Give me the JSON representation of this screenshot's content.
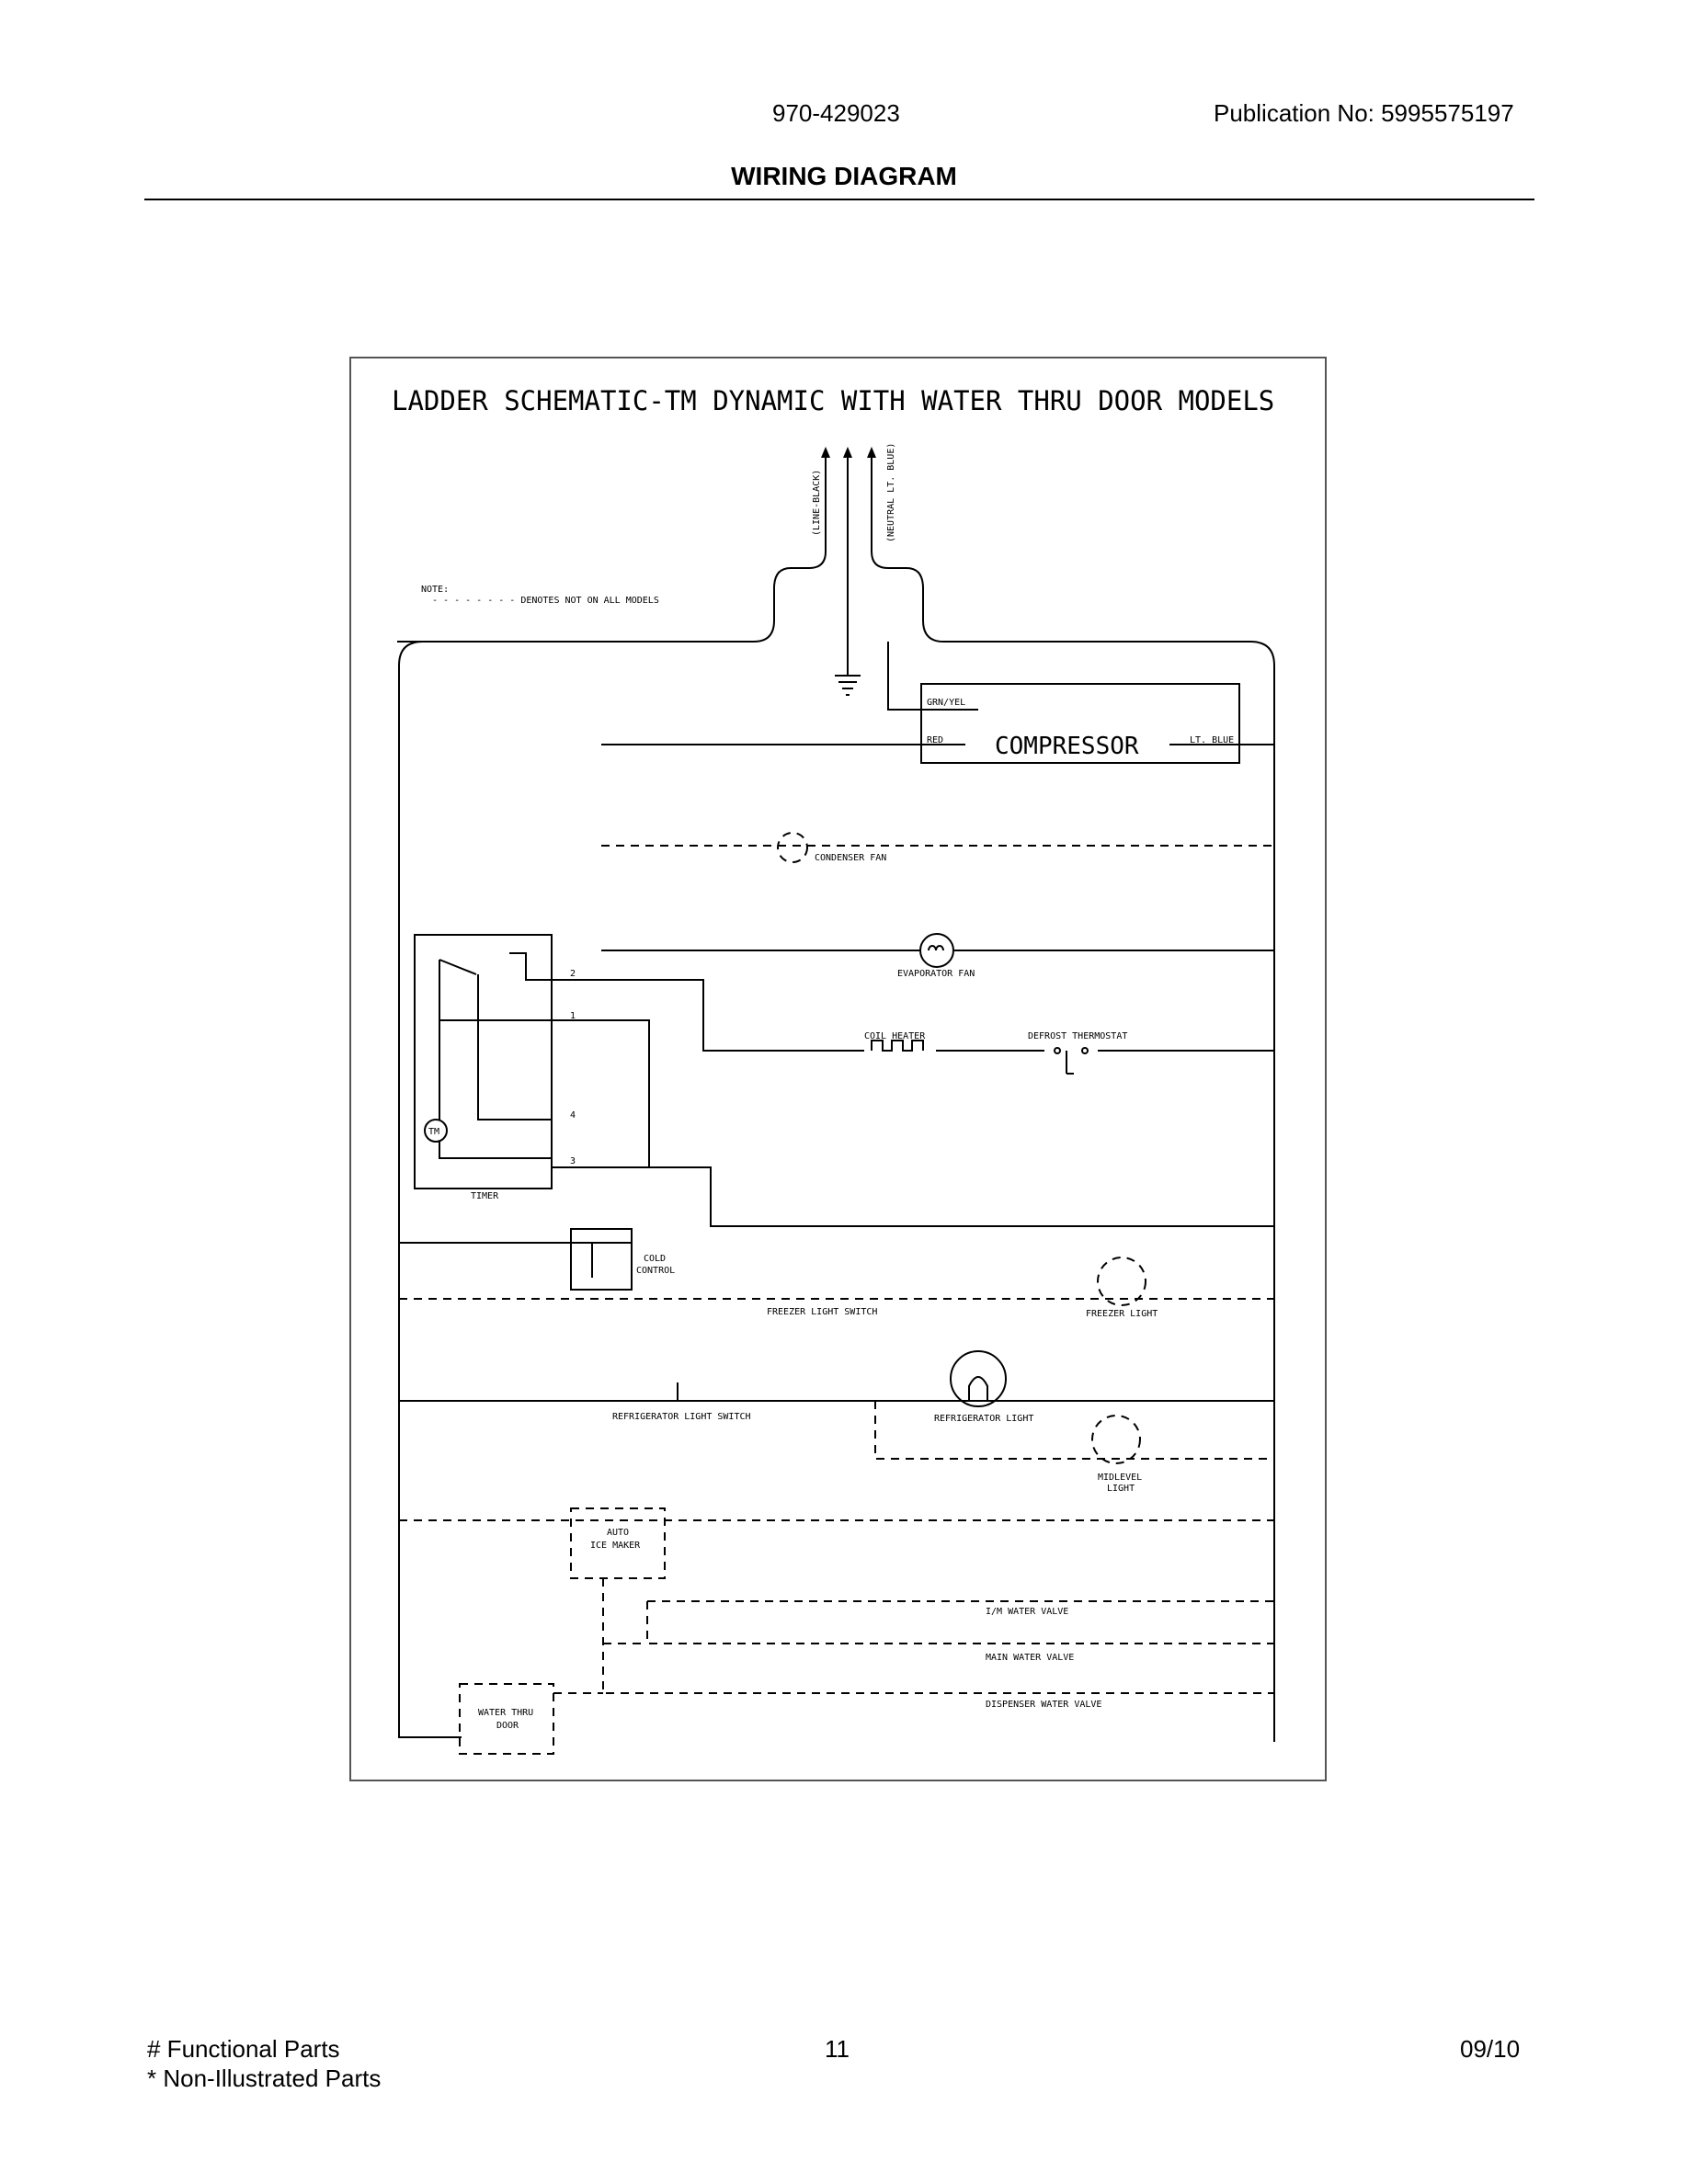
{
  "header": {
    "doc_number": "970-429023",
    "publication": "Publication No:  5995575197",
    "title": "WIRING DIAGRAM"
  },
  "schematic": {
    "title": "LADDER SCHEMATIC-TM DYNAMIC WITH WATER THRU DOOR MODELS",
    "note_label": "NOTE:",
    "note_text": "- - - - - - - - DENOTES NOT ON ALL MODELS",
    "line_label": "(LINE-BLACK)",
    "neutral_label": "(NEUTRAL LT. BLUE)",
    "grn_yel": "GRN/YEL",
    "red": "RED",
    "compressor": "COMPRESSOR",
    "lt_blue": "LT. BLUE",
    "condenser_fan": "CONDENSER FAN",
    "evaporator_fan": "EVAPORATOR FAN",
    "coil_heater": "COIL HEATER",
    "defrost_thermostat": "DEFROST THERMOSTAT",
    "timer": "TIMER",
    "tm": "TM",
    "terminal_1": "1",
    "terminal_2": "2",
    "terminal_3": "3",
    "terminal_4": "4",
    "cold_control_1": "COLD",
    "cold_control_2": "CONTROL",
    "freezer_light_switch": "FREEZER LIGHT SWITCH",
    "freezer_light": "FREEZER LIGHT",
    "refrigerator_light_switch": "REFRIGERATOR LIGHT SWITCH",
    "refrigerator_light": "REFRIGERATOR LIGHT",
    "midlevel_1": "MIDLEVEL",
    "midlevel_2": "LIGHT",
    "auto_ice_1": "AUTO",
    "auto_ice_2": "ICE MAKER",
    "im_water_valve": "I/M WATER VALVE",
    "main_water_valve": "MAIN WATER VALVE",
    "dispenser_water_valve": "DISPENSER WATER VALVE",
    "water_thru_1": "WATER THRU",
    "water_thru_2": "DOOR"
  },
  "footer": {
    "left_1": "# Functional Parts",
    "left_2": "* Non-Illustrated Parts",
    "page": "11",
    "date": "09/10"
  }
}
